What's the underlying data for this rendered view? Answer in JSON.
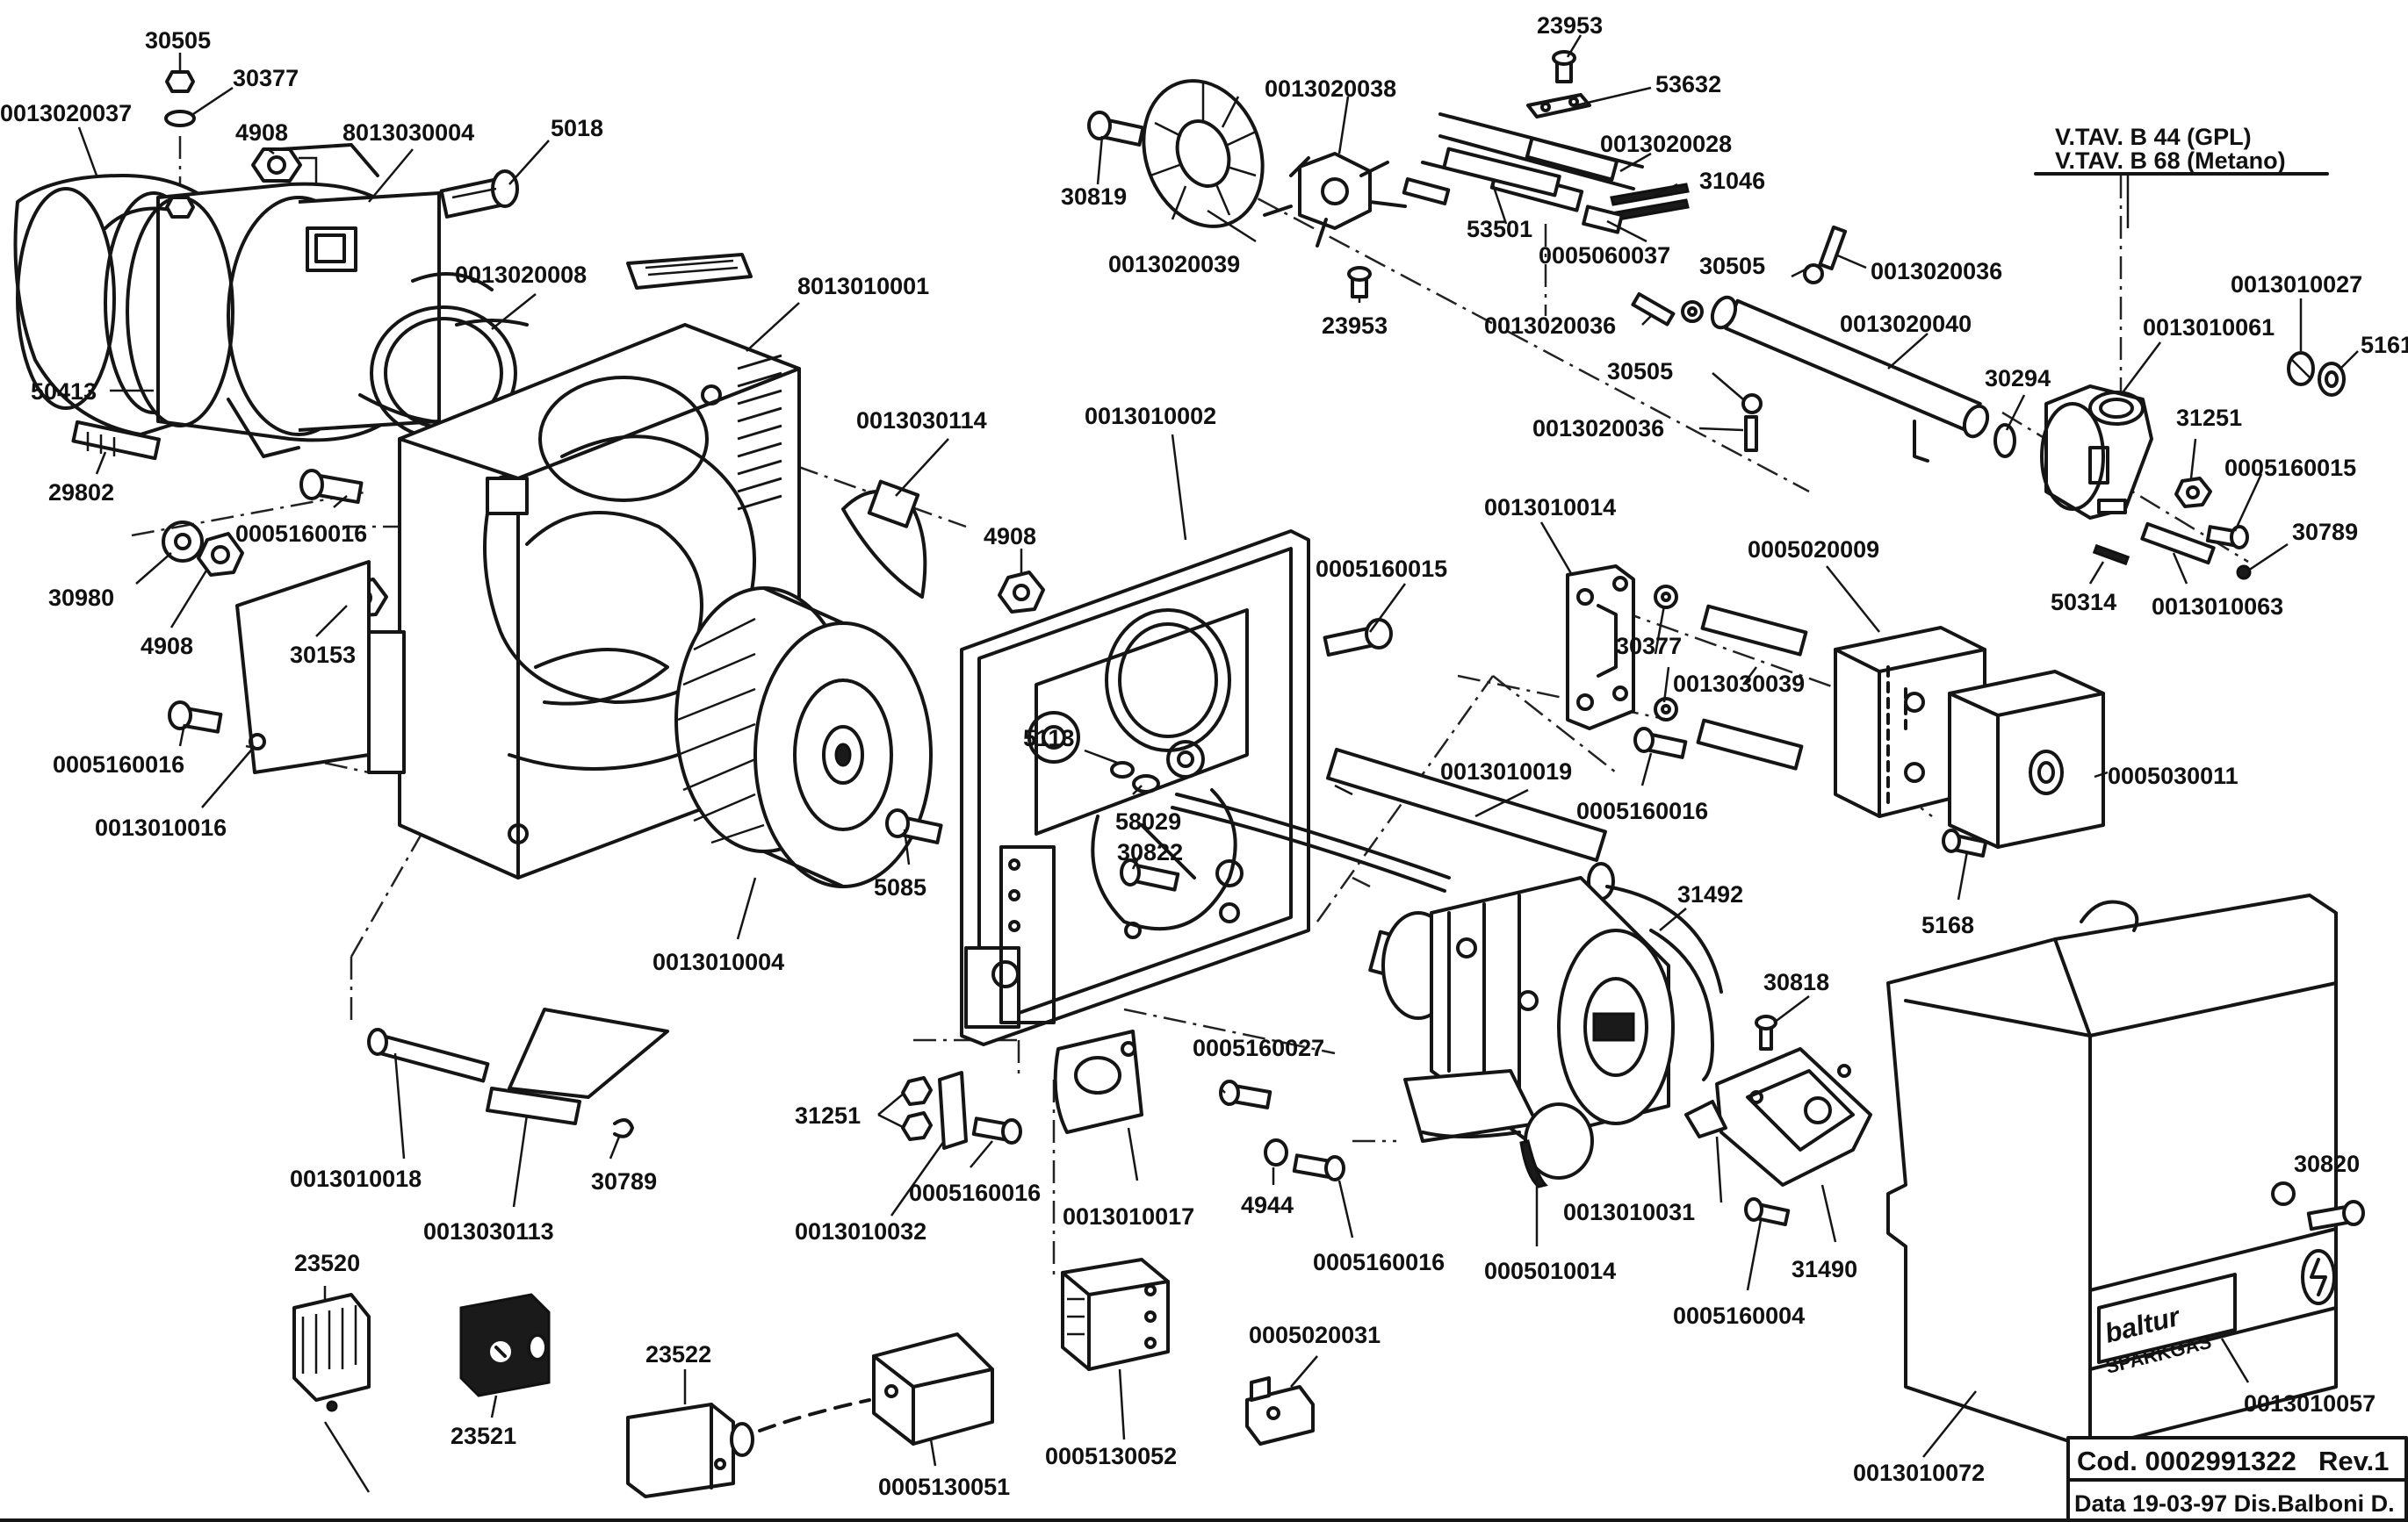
{
  "diagram": {
    "header": {
      "line1": "V.TAV. B  44  (GPL)",
      "line2": "V.TAV. B  68  (Metano)"
    },
    "title_block": {
      "cod": "Cod. 0002991322",
      "rev": "Rev.1",
      "data": "Data 19-03-97 Dis.Balboni D."
    },
    "brand": {
      "logo": "baltur",
      "model": "SPARKGAS"
    },
    "labels": [
      "30505",
      "30377",
      "0013020037",
      "4908",
      "8013030004",
      "5018",
      "0013020008",
      "8013010001",
      "50413",
      "29802",
      "0005160016",
      "30980",
      "4908",
      "30153",
      "0005160016",
      "0013010016",
      "23953",
      "53632",
      "0013020038",
      "0013020028",
      "31046",
      "30819",
      "53501",
      "0005060037",
      "0013020039",
      "23953",
      "30505",
      "0013020036",
      "0013020036",
      "0013020040",
      "30505",
      "0013020036",
      "30294",
      "0013010027",
      "5161",
      "0013010061",
      "31251",
      "0005160015",
      "30789",
      "50314",
      "0013010063",
      "0013030114",
      "0013010002",
      "4908",
      "0005160015",
      "0013010014",
      "0005020009",
      "30377",
      "0013030039",
      "5113",
      "58029",
      "30822",
      "0013010019",
      "0005160016",
      "0005030011",
      "5085",
      "5168",
      "0013010004",
      "31492",
      "30818",
      "0005160027",
      "31251",
      "0013010018",
      "30789",
      "0013030113",
      "0005160016",
      "0013010032",
      "0013010017",
      "4944",
      "0005160016",
      "0005010014",
      "0013010031",
      "31490",
      "0005160004",
      "30820",
      "0013010057",
      "23520",
      "23521",
      "23522",
      "0005130051",
      "0005130052",
      "0005020031",
      "0013010072"
    ]
  }
}
